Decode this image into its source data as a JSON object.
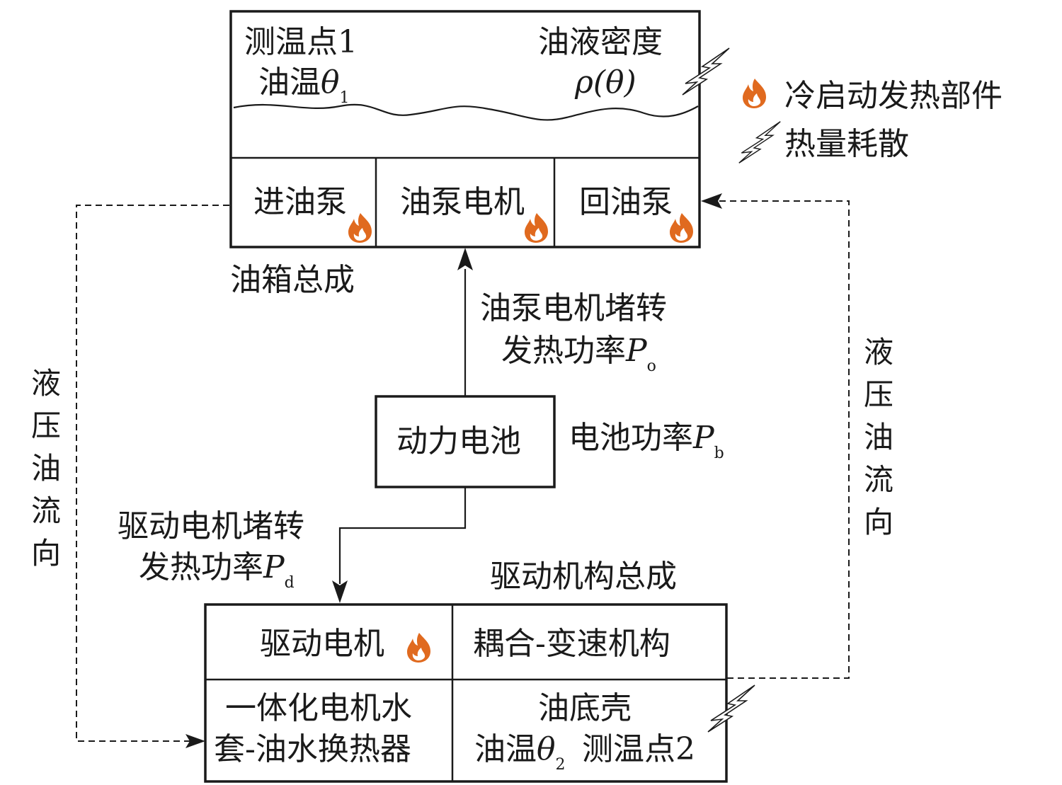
{
  "legend": {
    "cold_start_heat": "冷启动发热部件",
    "heat_dissipation": "热量耗散"
  },
  "tank": {
    "title": "油箱总成",
    "sensor1_label": "测温点1",
    "oil_temp_label": "油温",
    "theta1_symbol": "θ",
    "theta1_sub": "1",
    "density_label": "油液密度",
    "density_symbol": "ρ(θ)",
    "inlet_pump": "进油泵",
    "pump_motor": "油泵电机",
    "return_pump": "回油泵"
  },
  "flow_label_left": [
    "液",
    "压",
    "油",
    "流",
    "向"
  ],
  "flow_label_right": [
    "液",
    "压",
    "油",
    "流",
    "向"
  ],
  "pump_motor_power": {
    "line1": "油泵电机堵转",
    "line2": "发热功率",
    "symbol": "P",
    "sub": "o"
  },
  "battery": {
    "label": "动力电池",
    "power_label": "电池功率",
    "symbol": "P",
    "sub": "b"
  },
  "drive_motor_power": {
    "line1": "驱动电机堵转",
    "line2": "发热功率",
    "symbol": "P",
    "sub": "d"
  },
  "drive": {
    "title": "驱动机构总成",
    "drive_motor": "驱动电机",
    "coupling": "耦合-变速机构",
    "jacket_line1": "一体化电机水",
    "jacket_line2": "套-油水换热器",
    "sump": "油底壳",
    "oil_temp_label": "油温",
    "theta2_symbol": "θ",
    "theta2_sub": "2",
    "sensor2_label": "测温点2"
  },
  "colors": {
    "flame": "#e06a1f",
    "flame_inner": "#ffffff",
    "line": "#1a1a1a"
  }
}
